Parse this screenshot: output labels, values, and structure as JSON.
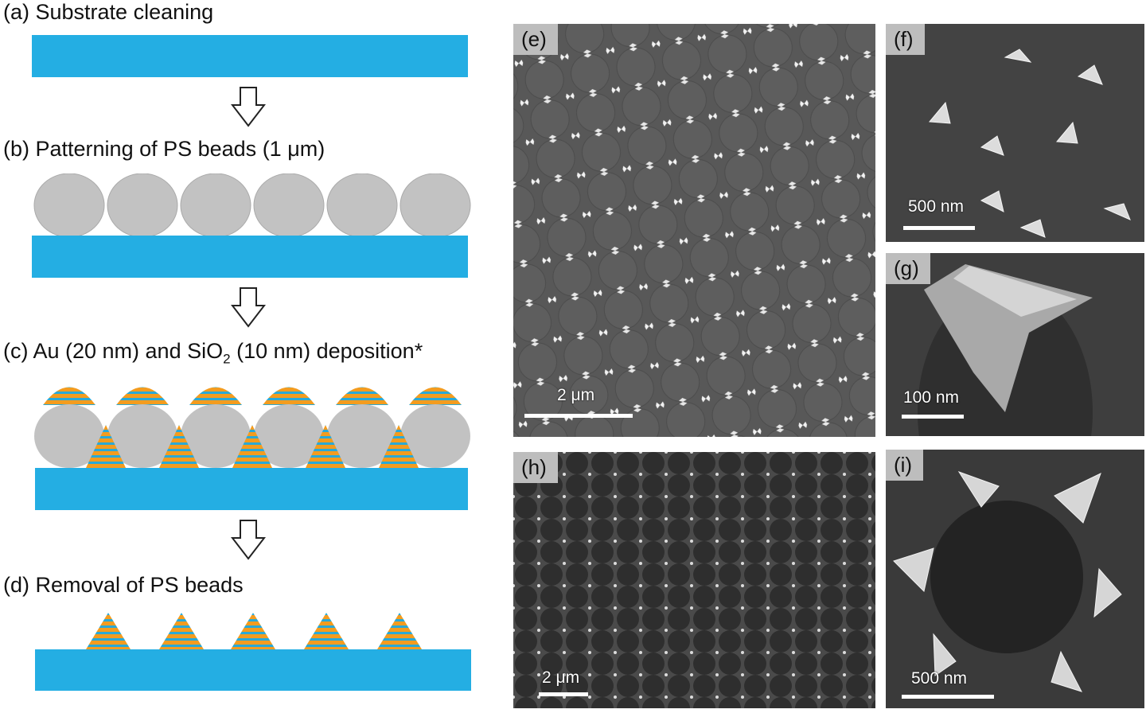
{
  "steps": {
    "a": "(a) Substrate cleaning",
    "b": "(b) Patterning of PS beads (1 μm)",
    "c_prefix": "(c) Au (20 nm) and SiO",
    "c_sub": "2",
    "c_suffix": " (10 nm) deposition*",
    "d": "(d) Removal of PS beads"
  },
  "panels": {
    "e": {
      "tag": "(e)",
      "scale": "2 μm"
    },
    "f": {
      "tag": "(f)",
      "scale": "500 nm"
    },
    "g": {
      "tag": "(g)",
      "scale": "100 nm"
    },
    "h": {
      "tag": "(h)",
      "scale": "2 μm"
    },
    "i": {
      "tag": "(i)",
      "scale": "500 nm"
    }
  },
  "colors": {
    "substrate": "#24aee3",
    "bead": "#c2c2c2",
    "gold": "#f39c1f",
    "silica_stripe": "#2aa9d6",
    "sem_background": "#4a4a4a"
  }
}
